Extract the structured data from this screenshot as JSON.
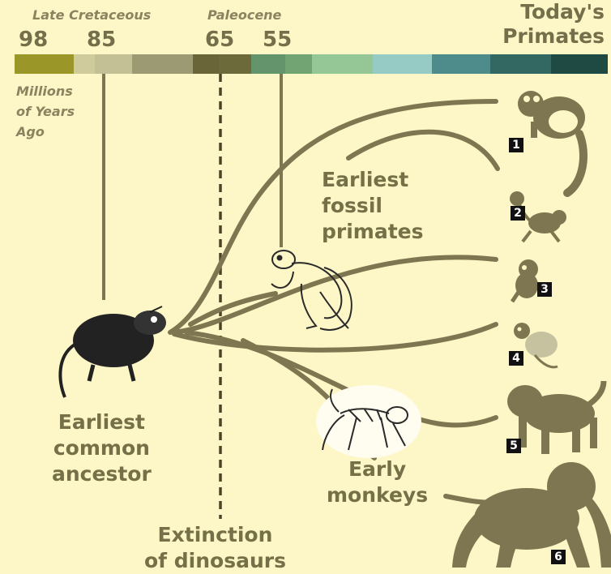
{
  "eras": {
    "late_cretaceous": "Late Cretaceous",
    "paleocene": "Paleocene"
  },
  "ticks": [
    "98",
    "85",
    "65",
    "55"
  ],
  "today_label": "Today's\nPrimates",
  "axis_unit": "Millions\nof Years\nAgo",
  "labels": {
    "earliest_fossil": "Earliest\nfossil\nprimates",
    "common_ancestor": "Earliest\ncommon\nancestor",
    "early_monkeys": "Early\nmonkeys",
    "extinction": "Extinction\nof dinosaurs"
  },
  "primate_numbers": [
    "1",
    "2",
    "3",
    "4",
    "5",
    "6"
  ],
  "colors": {
    "background": "#fdf6c6",
    "branch": "#7d7650",
    "text": "#757048",
    "bar_segments": [
      "#9b9628",
      "#cfcb9d",
      "#c3c096",
      "#9c9a72",
      "#6a6538",
      "#6c6a3b",
      "#64946c",
      "#72a373",
      "#95c796",
      "#95cbc4",
      "#4e8b8b",
      "#326762",
      "#1f4a44"
    ]
  }
}
